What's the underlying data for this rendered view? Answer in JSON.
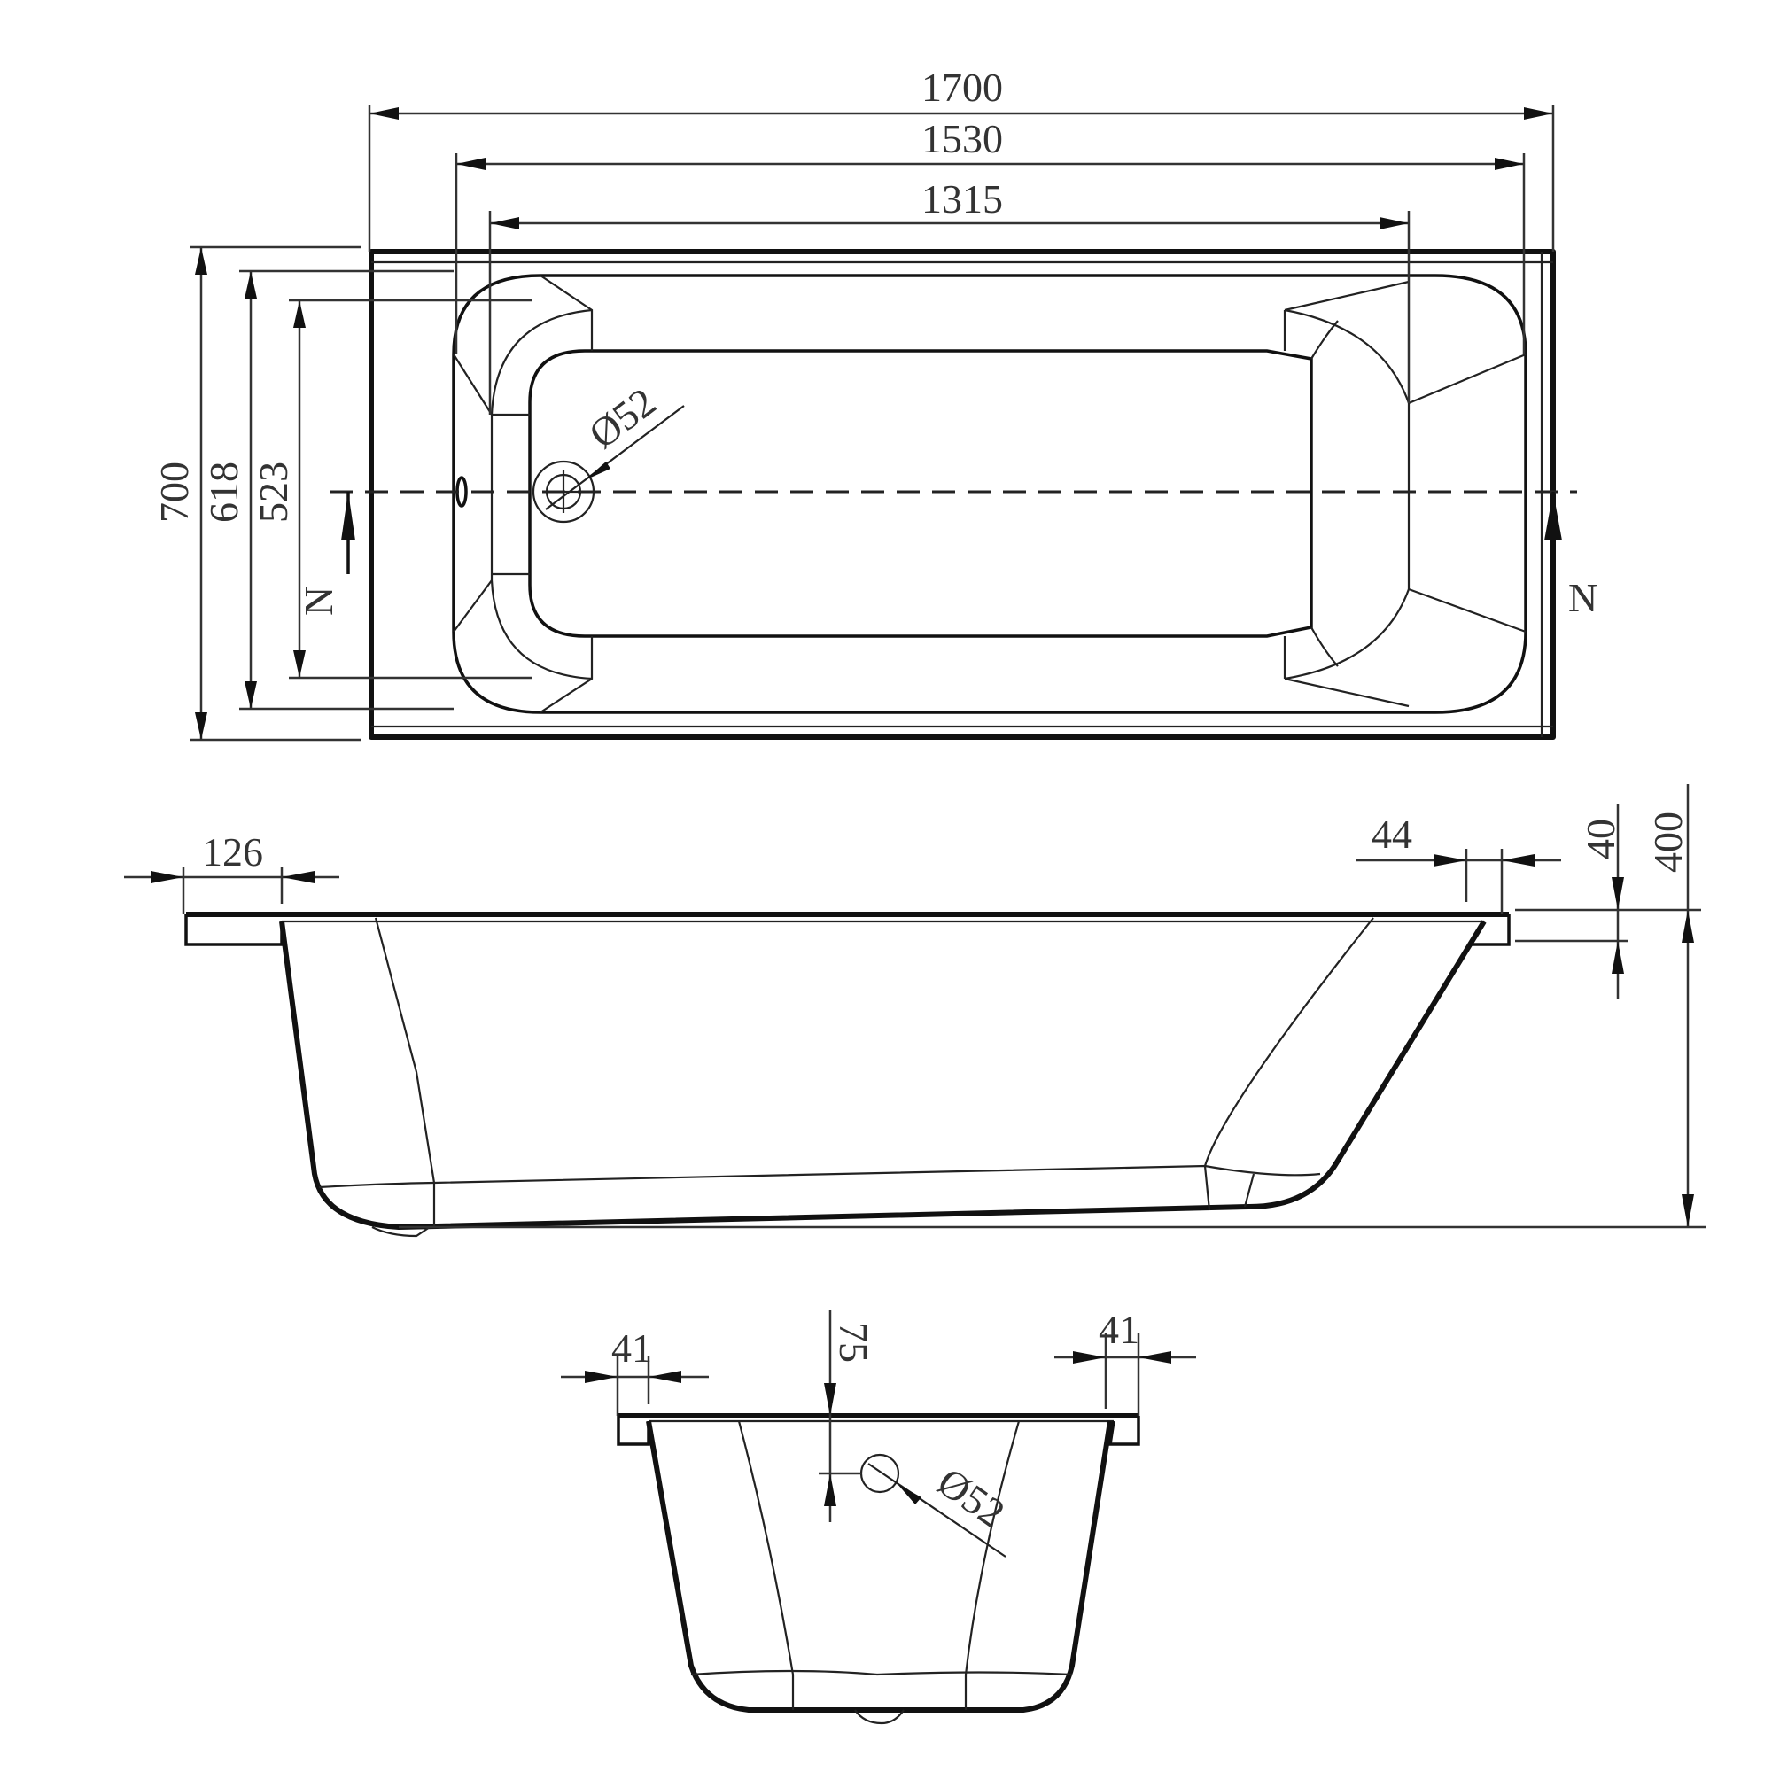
{
  "drawing": {
    "title": "Bathtub technical drawing",
    "units": "mm",
    "views": [
      "top-view",
      "side-view",
      "front-view"
    ]
  },
  "top_view": {
    "length_overall": "1700",
    "length_inner_rim": "1530",
    "length_bottom": "1315",
    "width_overall": "700",
    "width_inner_rim": "618",
    "width_bottom": "523",
    "drain_diameter": "Ø52",
    "section_mark_left": "N",
    "section_mark_right": "N"
  },
  "side_view": {
    "left_rim_width": "126",
    "right_rim_width": "44",
    "rim_thickness": "40",
    "total_height": "400"
  },
  "front_view": {
    "left_rim_width": "41",
    "right_rim_width": "41",
    "overflow_offset": "75",
    "overflow_diameter": "Ø52"
  },
  "colors": {
    "line": "#111111",
    "text": "#333333",
    "background": "#ffffff"
  }
}
